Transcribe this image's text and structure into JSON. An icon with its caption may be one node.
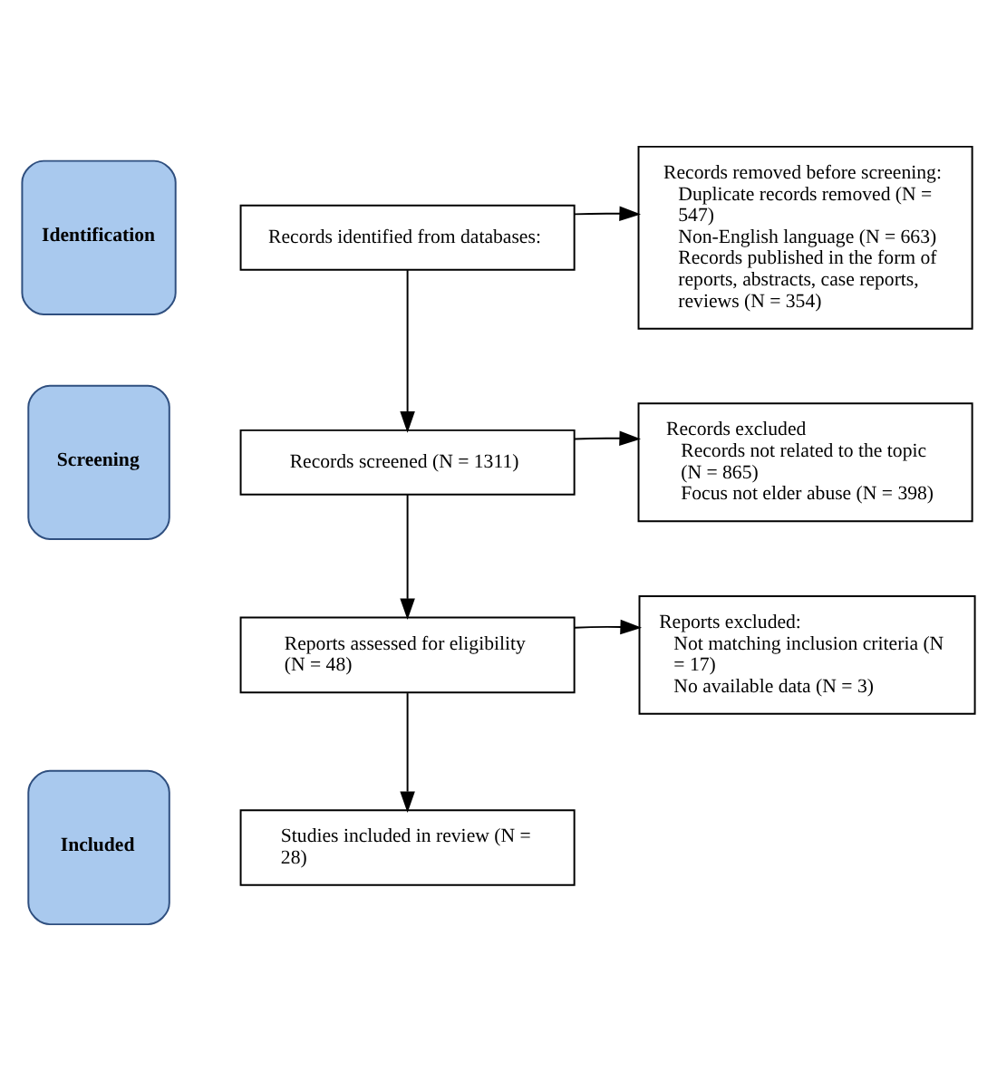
{
  "diagram": {
    "nodes": [
      {
        "text": [
          "Identification"
        ]
      },
      {
        "text": [
          "Records identified from databases:"
        ]
      },
      {
        "text": [
          "Records removed before screening:",
          "Duplicate records removed (N = 547)",
          "Non-English language (N = 663)",
          "Records published in the form of reports, abstracts, case reports, reviews (N = 354)"
        ]
      },
      {
        "text": [
          "Screening"
        ]
      },
      {
        "text": [
          "Records screened (N = 1311)"
        ]
      },
      {
        "text": [
          "Records excluded",
          "Records not related to the topic (N = 865)",
          "Focus not elder abuse (N = 398)"
        ]
      },
      {
        "text": [
          "Reports assessed for eligibility (N = 48)"
        ]
      },
      {
        "text": [
          "Reports excluded:",
          "Not matching inclusion criteria (N = 17)",
          "No available data (N = 3)"
        ]
      },
      {
        "text": [
          "Included"
        ]
      },
      {
        "text": [
          "Studies included in review (N = 28)"
        ]
      }
    ],
    "edges": [
      {
        "from": 1,
        "to": 2,
        "arrow": "to"
      },
      {
        "from": 1,
        "to": 4,
        "arrow": "to"
      },
      {
        "from": 4,
        "to": 5,
        "arrow": "to"
      },
      {
        "from": 4,
        "to": 6,
        "arrow": "to"
      },
      {
        "from": 6,
        "to": 7,
        "arrow": "to"
      },
      {
        "from": 6,
        "to": 9,
        "arrow": "to"
      }
    ]
  }
}
